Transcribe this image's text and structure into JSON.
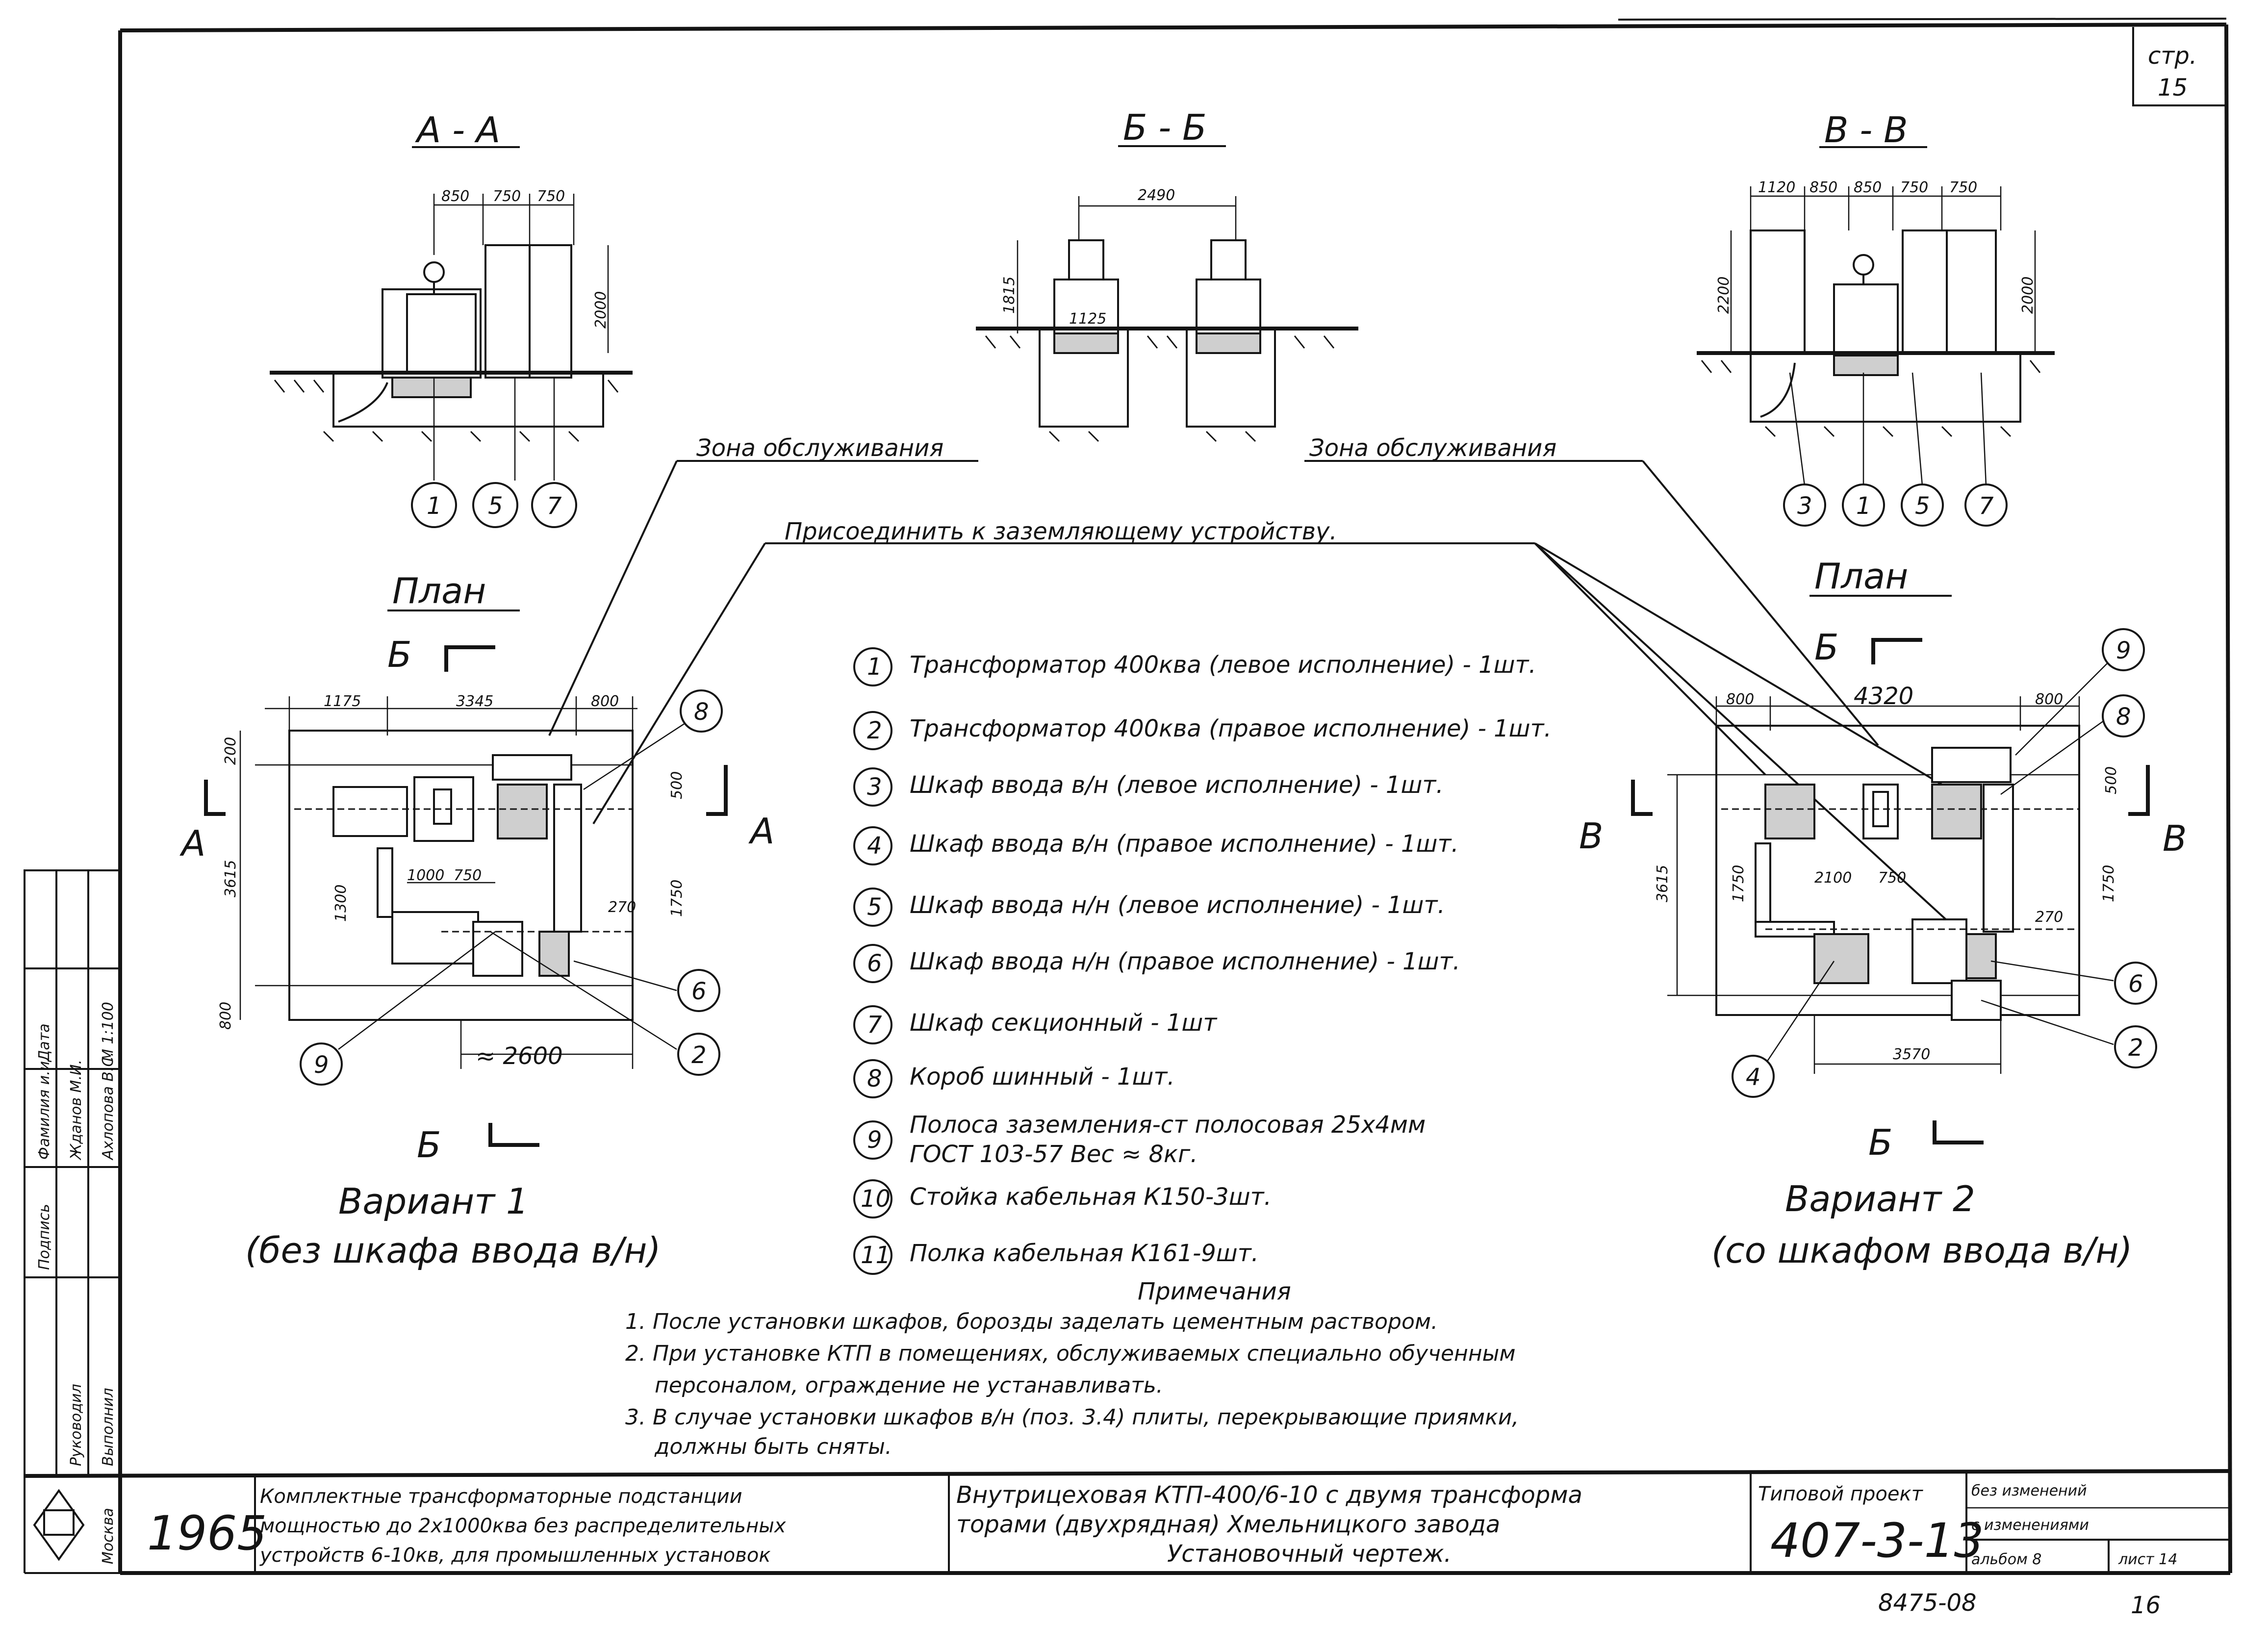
{
  "page_ref": {
    "label": "стр.",
    "number": "15"
  },
  "sections": {
    "aa": {
      "title": "А - А",
      "dims": [
        "850",
        "750",
        "750",
        "2000"
      ],
      "items": [
        "1",
        "5",
        "7"
      ]
    },
    "bb": {
      "title": "Б - Б",
      "dims": [
        "2490",
        "1815",
        "1125"
      ]
    },
    "vv": {
      "title": "В - В",
      "dims": [
        "1120",
        "850",
        "850",
        "750",
        "750",
        "2200",
        "2000"
      ],
      "items": [
        "3",
        "1",
        "5",
        "7"
      ]
    }
  },
  "labels": {
    "zone_left": "Зона обслуживания",
    "zone_right": "Зона обслуживания",
    "grounding": "Присоединить к заземляющему устройству."
  },
  "plan_left": {
    "title": "План",
    "cut_top": "Б",
    "cut_bottom": "Б",
    "cut_left": "А",
    "cut_right": "А",
    "dims": [
      "1175",
      "3345",
      "800",
      "200",
      "500",
      "3615",
      "1300",
      "1000",
      "750",
      "1750",
      "270",
      "800",
      "≈ 2600"
    ],
    "callouts": [
      "8",
      "6",
      "9",
      "2"
    ],
    "variant": "Вариант 1",
    "variant_note": "(без шкафа ввода в/н)"
  },
  "plan_right": {
    "title": "План",
    "cut_top": "Б",
    "cut_bottom": "Б",
    "cut_left": "В",
    "cut_right": "В",
    "dims": [
      "800",
      "4320",
      "800",
      "500",
      "3615",
      "1750",
      "2100",
      "750",
      "1750",
      "270",
      "3570"
    ],
    "callouts": [
      "9",
      "8",
      "6",
      "2",
      "4"
    ],
    "variant": "Вариант 2",
    "variant_note": "(со шкафом ввода в/н)"
  },
  "legend": [
    {
      "n": "1",
      "text": "Трансформатор 400ква (левое исполнение) - 1шт."
    },
    {
      "n": "2",
      "text": "Трансформатор 400ква (правое исполнение) - 1шт."
    },
    {
      "n": "3",
      "text": "Шкаф ввода в/н (левое исполнение) - 1шт."
    },
    {
      "n": "4",
      "text": "Шкаф ввода в/н (правое исполнение) - 1шт."
    },
    {
      "n": "5",
      "text": "Шкаф ввода н/н (левое исполнение) - 1шт."
    },
    {
      "n": "6",
      "text": "Шкаф ввода н/н (правое исполнение) - 1шт."
    },
    {
      "n": "7",
      "text": "Шкаф секционный - 1шт"
    },
    {
      "n": "8",
      "text": "Короб шинный - 1шт."
    },
    {
      "n": "9",
      "text": "Полоса заземления-ст полосовая 25х4мм",
      "text2": "ГОСТ 103-57    Вес ≈ 8кг."
    },
    {
      "n": "10",
      "text": "Стойка кабельная К150-3шт."
    },
    {
      "n": "11",
      "text": "Полка кабельная К161-9шт."
    }
  ],
  "notes": {
    "title": "Примечания",
    "lines": [
      "1. После установки шкафов, борозды заделать цементным раствором.",
      "2. При установке КТП в помещениях, обслуживаемых специально обученным",
      "персоналом, ограждение не устанавливать.",
      "3. В случае установки шкафов в/н (поз. 3.4) плиты, перекрывающие приямки,",
      "должны быть сняты."
    ]
  },
  "side_stamp": {
    "roles": [
      "Руководил",
      "Выполнил"
    ],
    "headers": [
      "Подпись",
      "Фамилия и.и.",
      "Дата"
    ],
    "names": [
      "Жданов М.И.",
      "Ахлопова В.С."
    ],
    "scale": "М 1:100"
  },
  "title_block": {
    "city": "Москва",
    "year": "1965",
    "desc": [
      "Комплектные трансформаторные подстанции",
      "мощностью до 2х1000ква без распределительных",
      "устройств 6-10кв, для промышленных установок"
    ],
    "title": [
      "Внутрицеховая КТП-400/6-10 с двумя трансформа",
      "торами (двухрядная) Хмельницкого завода",
      "Установочный чертеж."
    ],
    "project_label": "Типовой проект",
    "project_number": "407-3-13",
    "changes": [
      "без изменений",
      "с изменениями"
    ],
    "album": "альбом 8",
    "sheet": "лист 14"
  },
  "footer": {
    "code": "8475-08",
    "page": "16"
  }
}
